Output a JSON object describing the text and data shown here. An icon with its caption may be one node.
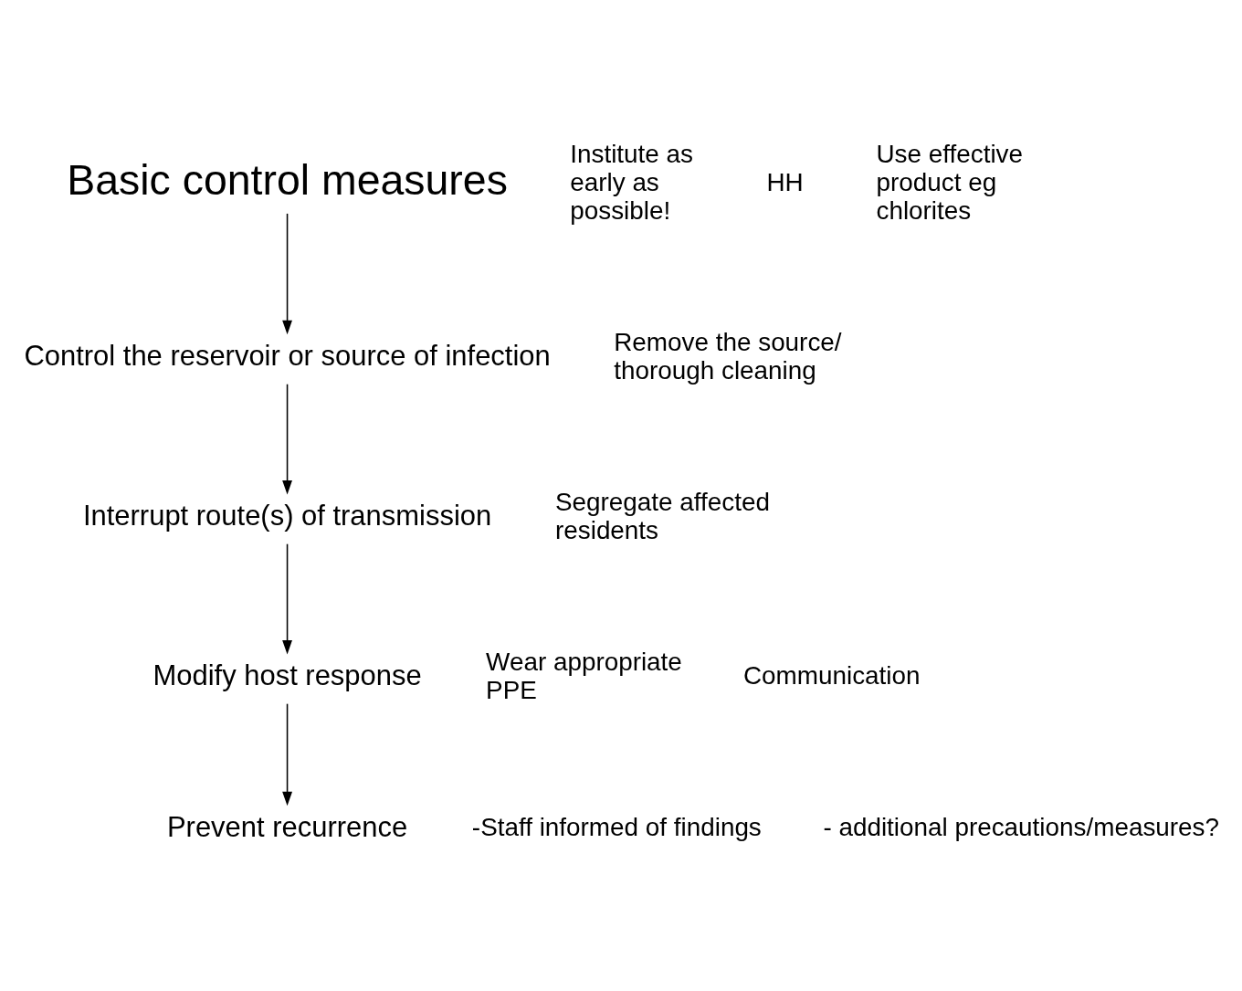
{
  "diagram": {
    "nodes": [
      {
        "text": [
          "Basic control measures"
        ]
      },
      {
        "text": [
          "Control the reservoir or source of infection"
        ]
      },
      {
        "text": [
          "Interrupt route(s) of transmission"
        ]
      },
      {
        "text": [
          "Modify host response"
        ]
      },
      {
        "text": [
          "Prevent recurrence"
        ]
      }
    ],
    "edges": [
      {
        "from": 0,
        "to": 1,
        "arrow": "to"
      },
      {
        "from": 1,
        "to": 2,
        "arrow": "to"
      },
      {
        "from": 2,
        "to": 3,
        "arrow": "to"
      },
      {
        "from": 3,
        "to": 4,
        "arrow": "to"
      }
    ],
    "labels": [
      "Institute as early as possible!",
      "HH",
      "Use effective product eg chlorites",
      "Remove the source/ thorough cleaning",
      "Segregate affected residents",
      "Wear appropriate PPE",
      "Communication",
      "-Staff informed of findings",
      "- additional precautions/measures?"
    ]
  }
}
